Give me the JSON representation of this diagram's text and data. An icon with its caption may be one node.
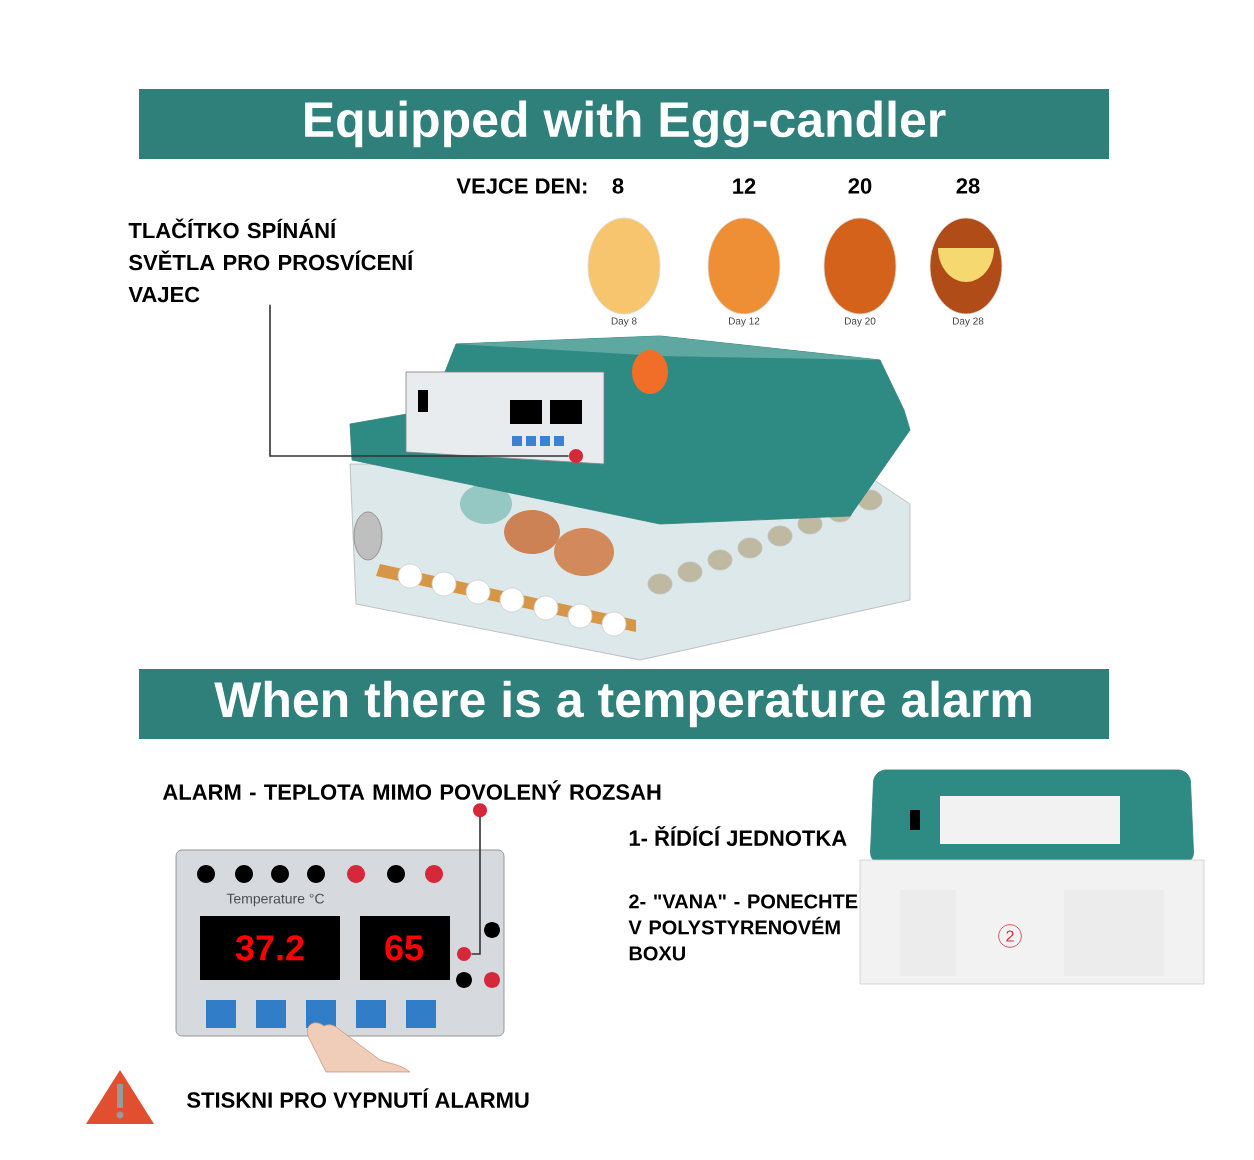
{
  "diagram": {
    "nodes": [
      {
        "text": [
          "Equipped with Egg-candler"
        ]
      },
      {
        "text": [
          "TLAČÍTKO SPÍNÁNÍ SVĚTLA PRO PROSVÍCENÍ VAJEC"
        ]
      },
      {
        "text": [],
        "shape": "circle"
      },
      {
        "text": [
          "When there is a temperature alarm"
        ]
      },
      {
        "text": [
          "ALARM - TEPLOTA MIMO POVOLENÝ ROZSAH"
        ]
      },
      {
        "text": [],
        "shape": "circle"
      }
    ],
    "edges": [
      {
        "from": 1,
        "to": 2,
        "arrow": "none"
      },
      {
        "from": 4,
        "to": 5,
        "arrow": "other"
      }
    ],
    "labels": [
      "VEJCE  DEN:",
      "8",
      "12",
      "20",
      "28",
      "Day 8",
      "Day 12",
      "Day 20",
      "Day 28",
      "1- ŘÍDÍCÍ JEDNOTKA",
      "2- \"VANA\" - PONECHTE V POLYSTYRENOVÉM BOXU",
      "Temperature °C",
      "37.2",
      "65",
      "2",
      "STISKNI PRO VYPNUTÍ ALARMU"
    ]
  }
}
